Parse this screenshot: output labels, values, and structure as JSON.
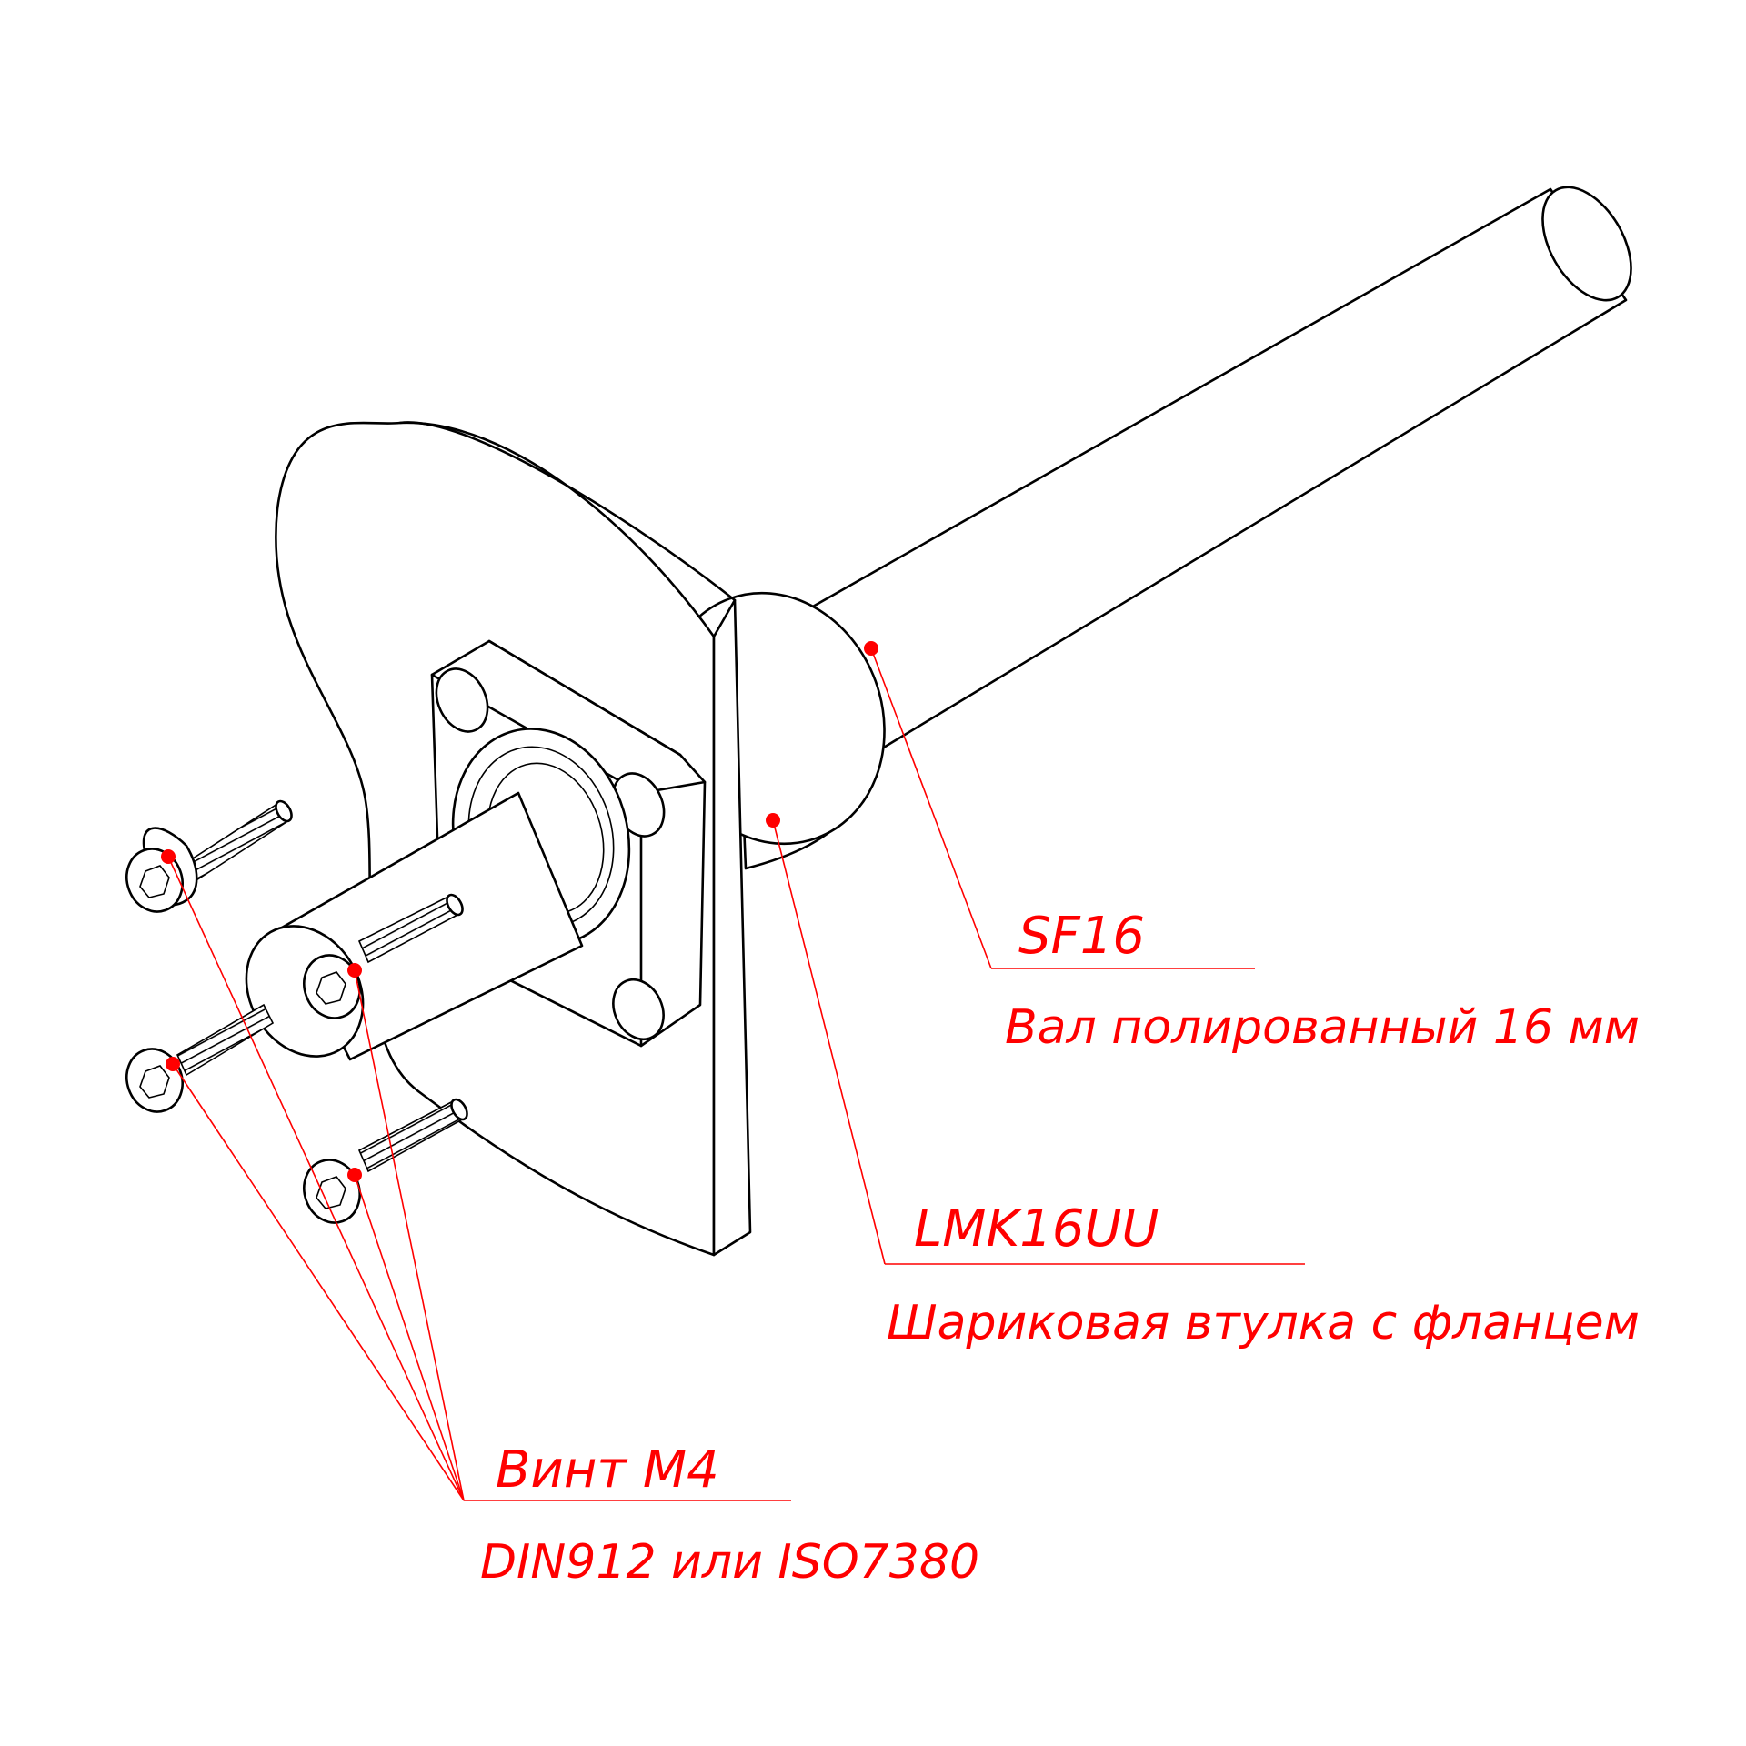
{
  "callouts": {
    "shaft": {
      "code": "SF16",
      "description": "Вал полированный 16 мм",
      "color": "#ff0000"
    },
    "bushing": {
      "code": "LMK16UU",
      "description": "Шариковая втулка с фланцем",
      "color": "#ff0000"
    },
    "screw": {
      "code": "Винт М4",
      "description": "DIN912 или ISO7380",
      "color": "#ff0000"
    }
  }
}
